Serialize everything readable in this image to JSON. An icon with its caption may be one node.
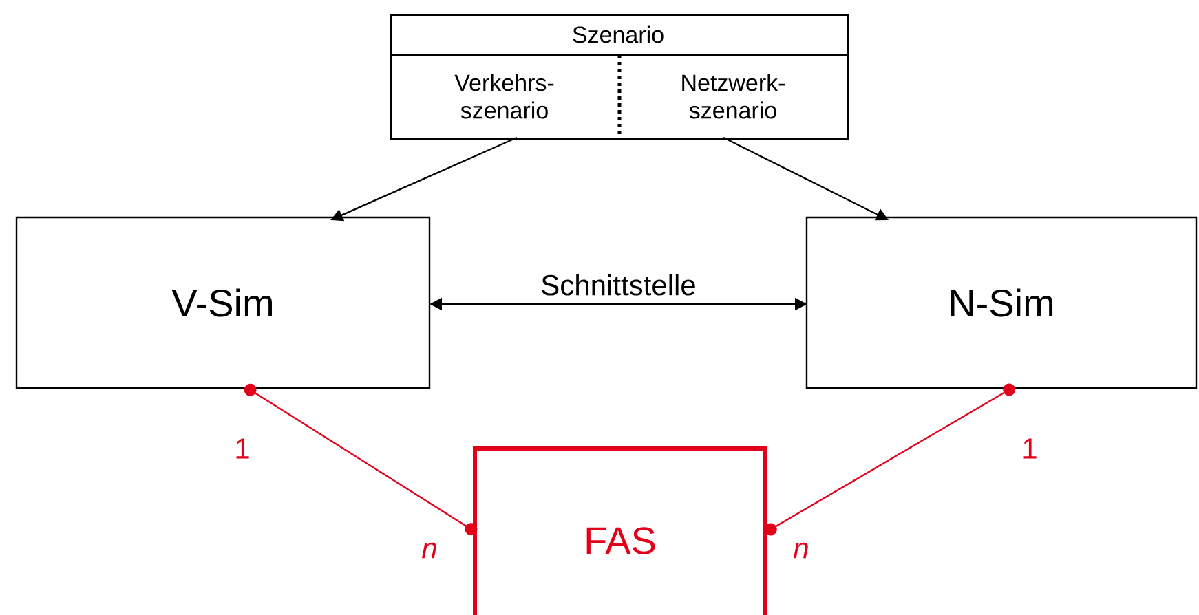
{
  "diagram": {
    "nodes": [
      {
        "text": [
          "Szenario"
        ]
      },
      {
        "text": [
          "Verkehrs- szenario"
        ],
        "in": 0
      },
      {
        "text": [
          "Netzwerk- szenario"
        ],
        "in": 0
      },
      {
        "text": [
          "V-Sim"
        ]
      },
      {
        "text": [
          "N-Sim"
        ]
      },
      {
        "text": [
          "FAS"
        ]
      }
    ],
    "edges": [
      {
        "from": 1,
        "to": 3,
        "arrow": "to"
      },
      {
        "from": 2,
        "to": 4,
        "arrow": "to"
      },
      {
        "from": 3,
        "to": 4,
        "arrow": "both",
        "label": "Schnittstelle"
      },
      {
        "from": 3,
        "to": 5,
        "arrow": "other",
        "color": "#e2001a"
      },
      {
        "from": 4,
        "to": 5,
        "arrow": "other",
        "color": "#e2001a"
      }
    ],
    "labels": [
      "1",
      "1",
      "n",
      "n"
    ]
  }
}
